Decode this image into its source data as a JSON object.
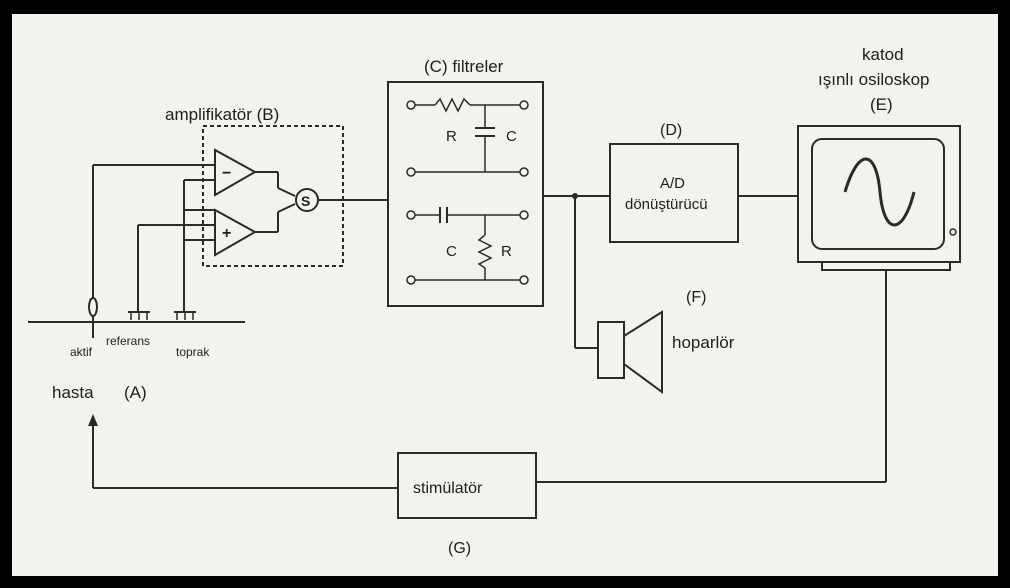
{
  "labels": {
    "amplifier": "amplifikatör (B)",
    "filters": "(C) filtreler",
    "ad_tag": "(D)",
    "ad_line1": "A/D",
    "ad_line2": "dönüştürücü",
    "scope_line1": "katod",
    "scope_line2": "ışınlı osiloskop",
    "scope_tag": "(E)",
    "speaker_tag": "(F)",
    "speaker": "hoparlör",
    "stimulator": "stimülatör",
    "stimulator_tag": "(G)",
    "patient": "hasta",
    "patient_tag": "(A)",
    "active": "aktif",
    "reference": "referans",
    "ground": "toprak",
    "sum_symbol": "S",
    "minus": "−",
    "plus": "+",
    "filter_r_top": "R",
    "filter_c_top": "C",
    "filter_c_bottom": "C",
    "filter_r_bottom": "R"
  }
}
